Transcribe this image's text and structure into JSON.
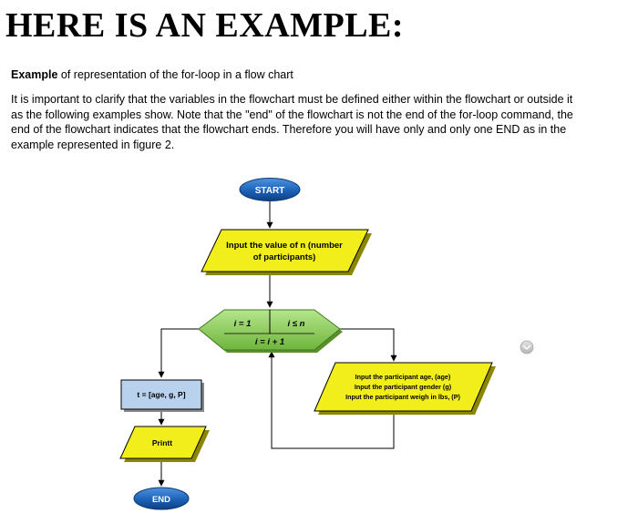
{
  "page": {
    "heading": "HERE IS AN EXAMPLE:",
    "subtitle_bold": "Example",
    "subtitle_rest": " of representation of the for-loop in a flow chart",
    "paragraph_lines": [
      "It is important to clarify that the variables in the flowchart must be defined either within the flowchart or outside it",
      "as the following examples show. Note that the \"end\" of the flowchart is not the end of the for-loop command, the",
      "end of the flowchart indicates that the flowchart ends. Therefore you will have only and only one END as in the",
      "example represented in figure 2."
    ]
  },
  "flowchart": {
    "start": "START",
    "input_n_line1": "Input the value of n (number",
    "input_n_line2": "of participants)",
    "loop_init": "i = 1",
    "loop_cond": "i ≤ n",
    "loop_step": "i = i + 1",
    "body_line1": "Input the participant age, (age)",
    "body_line2": "Input the participant gender (g)",
    "body_line3": "Input the participant weigh in lbs, (P)",
    "assign": "t = [age, g, P]",
    "print": "Printt",
    "end": "END"
  },
  "colors": {
    "terminal": "#1b62b7",
    "io": "#f2ee1c",
    "loop": "#8fd15b",
    "assign": "#b8d2ee",
    "scroll_button": "#c9c9c9"
  },
  "icons": {
    "scroll_button": "chevron-down-icon"
  }
}
